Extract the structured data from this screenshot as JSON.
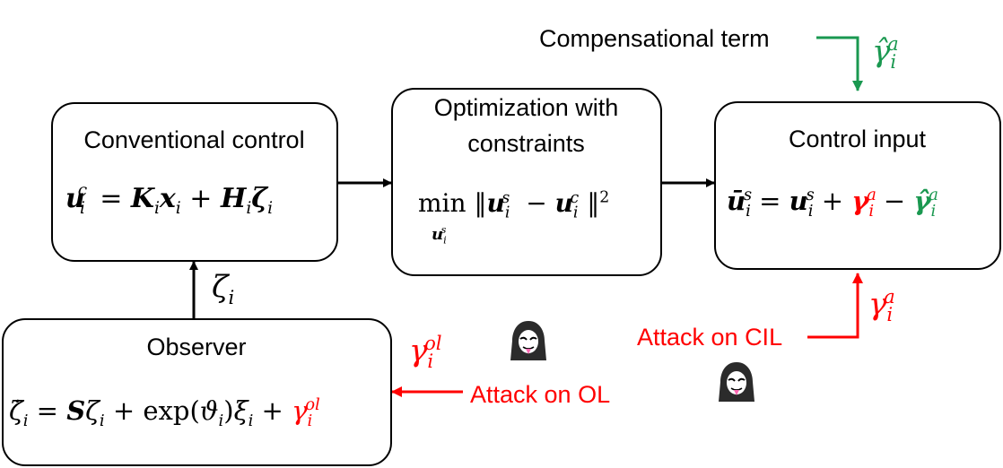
{
  "colors": {
    "attack": "#ff0000",
    "compensation": "#1a9850",
    "line": "#000000"
  },
  "blocks": {
    "conventional": {
      "title": "Conventional control",
      "equation": "u_i^c = K_i x_i + H_i ζ_i"
    },
    "optimization": {
      "title_line1": "Optimization with",
      "title_line2": "constraints",
      "equation": "min_{u_i^s} ‖u_i^s − u_i^c‖²"
    },
    "control_input": {
      "title": "Control input",
      "equation": "ū_i^s = u_i^s + γ_i^a − γ̂_i^a"
    },
    "observer": {
      "title": "Observer",
      "equation": "ζ̇_i = Sζ_i + exp(ϑ_i)ξ_i + γ_i^ol"
    }
  },
  "signals": {
    "observer_output": "ζ_i",
    "compensational_term_label": "Compensational term",
    "compensational_term_symbol": "γ̂_i^a",
    "attack_cil_label": "Attack on CIL",
    "attack_cil_symbol": "γ_i^a",
    "attack_ol_label": "Attack on OL",
    "attack_ol_symbol": "γ_i^ol"
  },
  "icons": [
    "hacker-icon",
    "hacker-icon"
  ]
}
